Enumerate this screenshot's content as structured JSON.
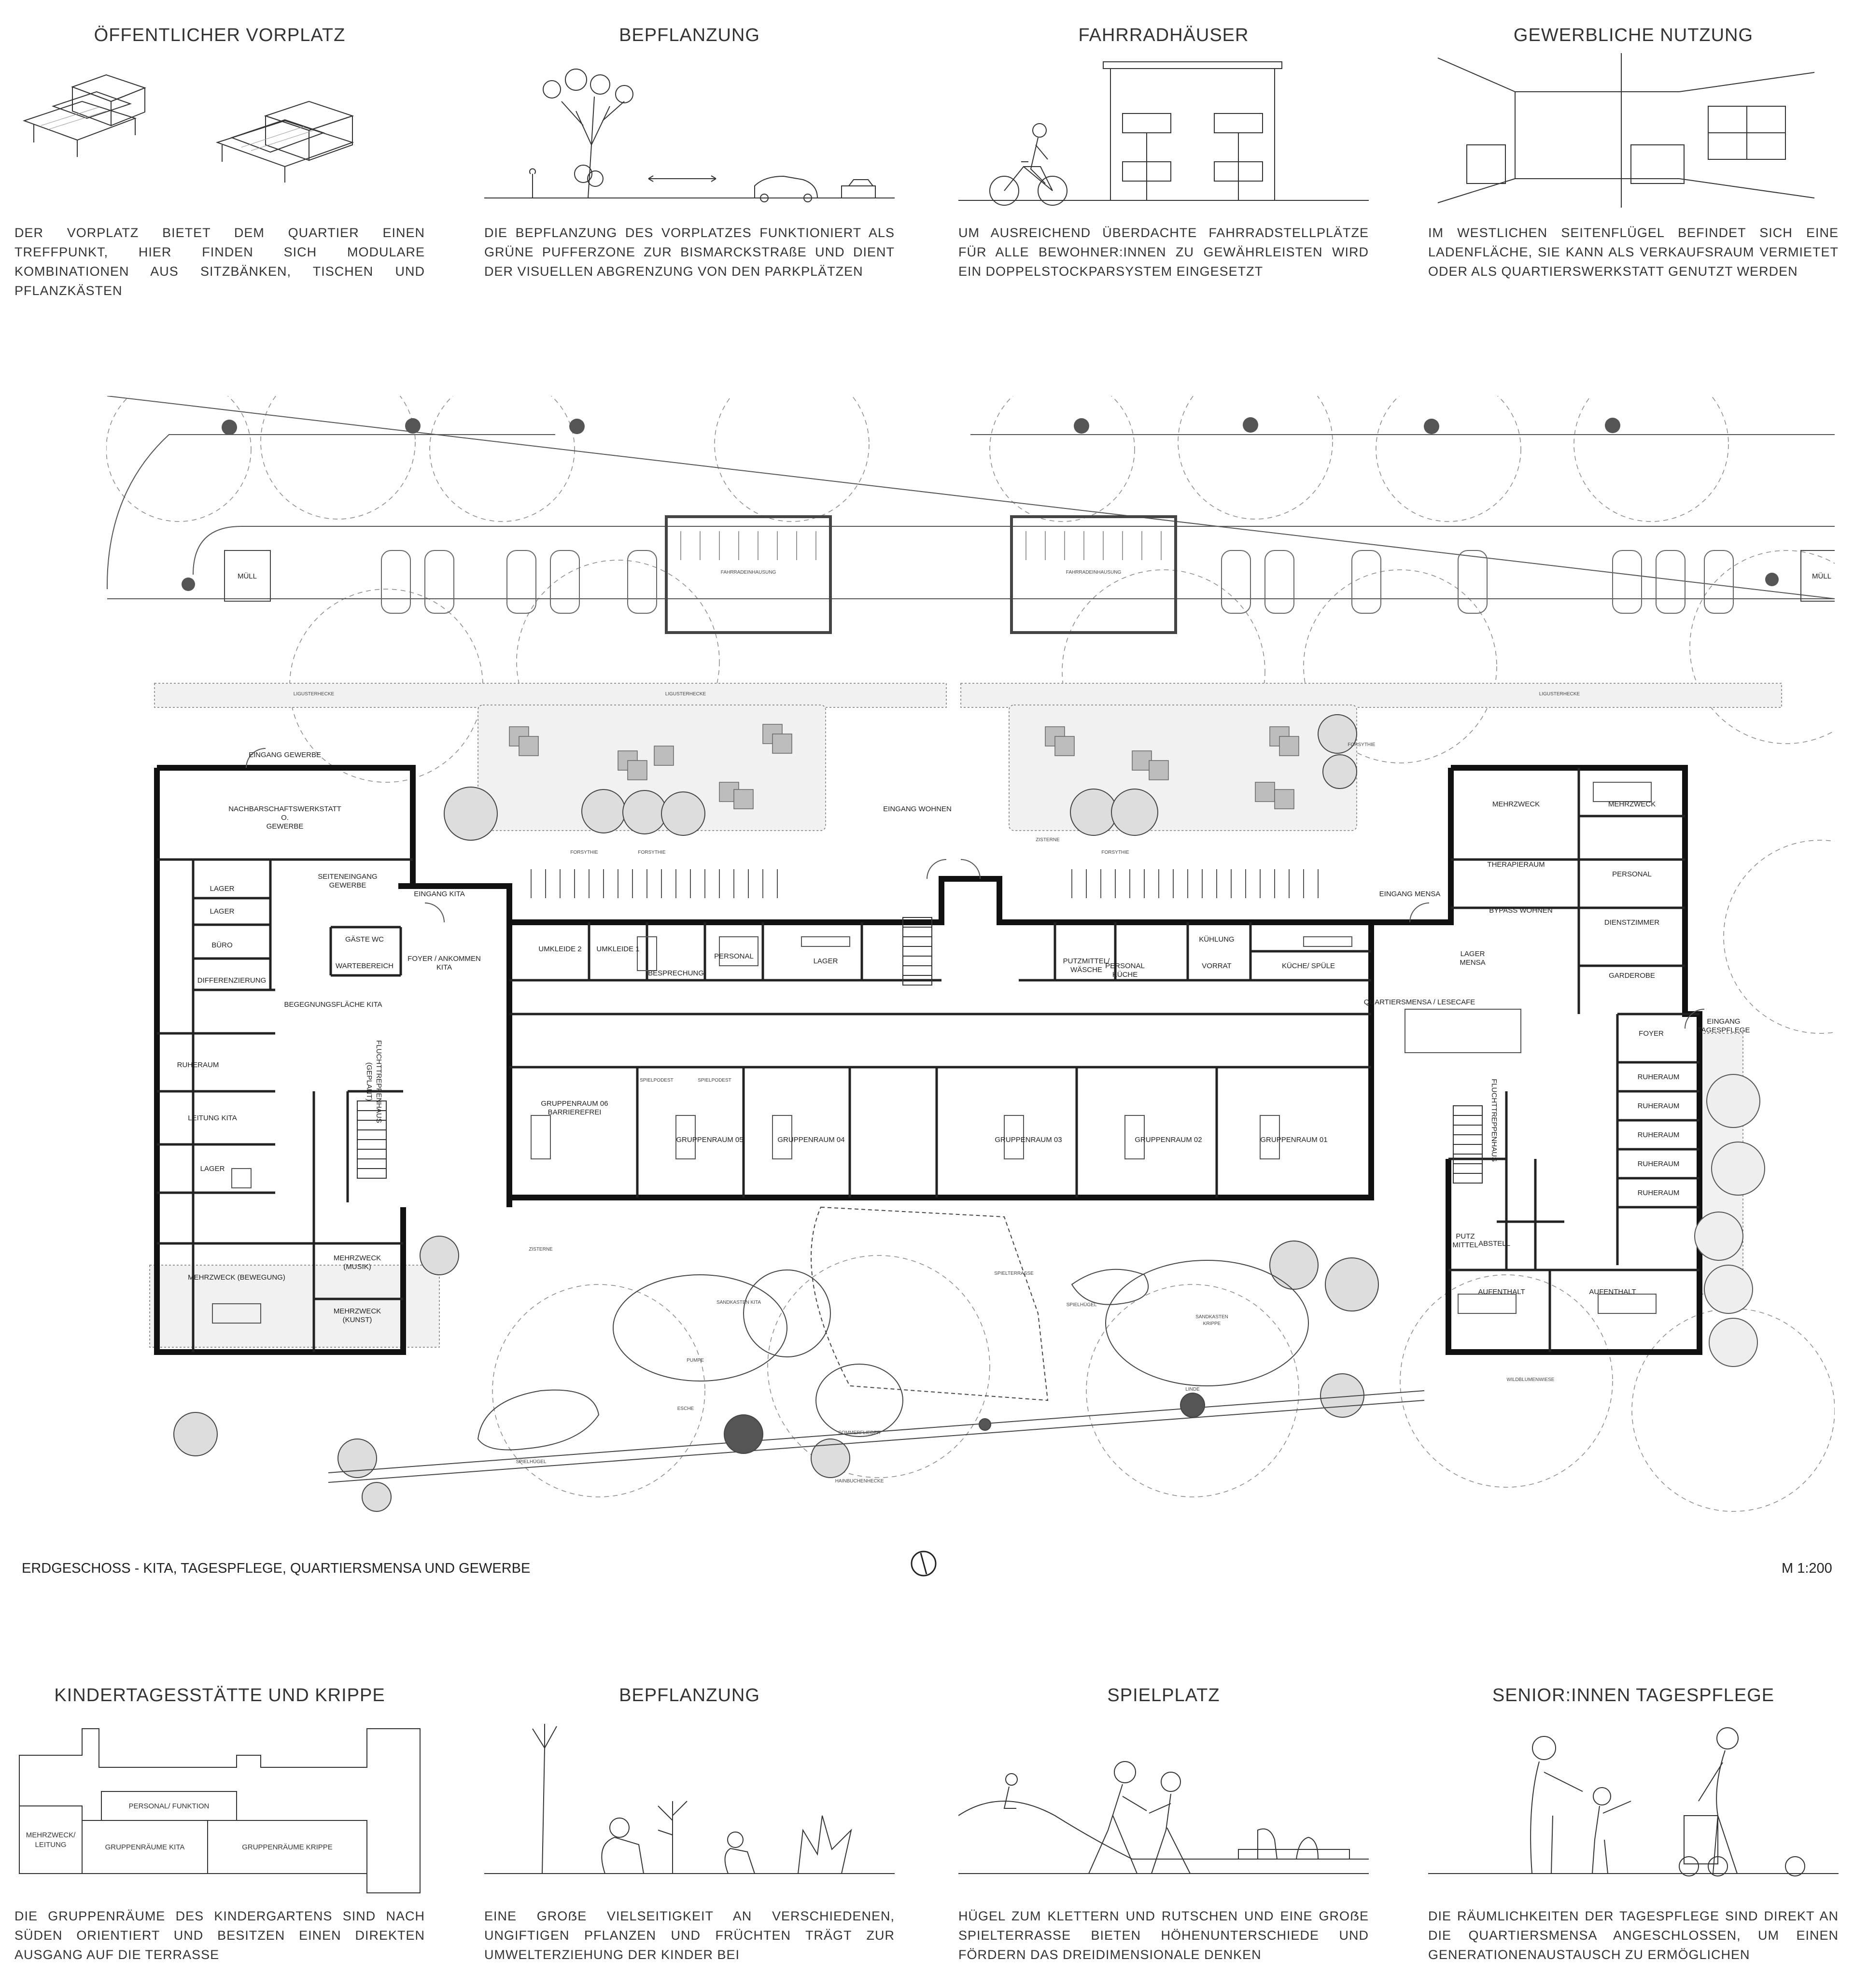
{
  "top_panels": [
    {
      "title": "ÖFFENTLICHER VORPLATZ",
      "text": "DER VORPLATZ BIETET DEM QUARTIER EINEN TREFFPUNKT, HIER FINDEN SICH MODULARE KOMBINATIONEN AUS SITZBÄNKEN, TISCHEN UND PFLANZKÄSTEN"
    },
    {
      "title": "BEPFLANZUNG",
      "text": "DIE BEPFLANZUNG DES VORPLATZES FUNKTIONIERT ALS GRÜNE PUFFERZONE ZUR BISMARCKSTRAßE UND DIENT DER VISUELLEN ABGRENZUNG VON DEN PARKPLÄTZEN"
    },
    {
      "title": "FAHRRADHÄUSER",
      "text": "UM AUSREICHEND ÜBERDACHTE FAHRRADSTELLPLÄTZE FÜR ALLE BEWOHNER:INNEN ZU GEWÄHRLEISTEN WIRD EIN DOPPELSTOCKPARSYSTEM EINGESETZT"
    },
    {
      "title": "GEWERBLICHE NUTZUNG",
      "text": "IM WESTLICHEN SEITENFLÜGEL BEFINDET SICH EINE LADENFLÄCHE, SIE KANN ALS VERKAUFSRAUM VERMIETET ODER ALS QUARTIERSWERKSTATT GENUTZT WERDEN"
    }
  ],
  "bottom_panels": [
    {
      "title": "KINDERTAGESSTÄTTE UND KRIPPE",
      "text": "DIE GRUPPENRÄUME DES KINDERGARTENS SIND NACH SÜDEN ORIENTIERT UND BESITZEN EINEN DIREKTEN AUSGANG AUF DIE TERRASSE"
    },
    {
      "title": "BEPFLANZUNG",
      "text": "EINE GROẞE VIELSEITIGKEIT AN VERSCHIEDENEN, UNGIFTIGEN PFLANZEN UND FRÜCHTEN TRÄGT ZUR UMWELTERZIEHUNG DER KINDER BEI"
    },
    {
      "title": "SPIELPLATZ",
      "text": "HÜGEL ZUM KLETTERN UND RUTSCHEN UND EINE GROẞE SPIELTERRASSE BIETEN HÖHENUNTERSCHIEDE UND FÖRDERN DAS DREIDIMENSIONALE DENKEN"
    },
    {
      "title": "SENIOR:INNEN TAGESPFLEGE",
      "text": "DIE RÄUMLICHKEITEN DER TAGESPFLEGE SIND DIREKT AN DIE QUARTIERSMENSA ANGESCHLOSSEN, UM EINEN GENERATIONENAUSTAUSCH ZU ERMÖGLICHEN"
    }
  ],
  "kita_diagram": {
    "personal": "PERSONAL/ FUNKTION",
    "mehrzweck_line1": "MEHRZWECK/",
    "mehrzweck_line2": "LEITUNG",
    "kita": "GRUPPENRÄUME KITA",
    "krippe": "GRUPPENRÄUME KRIPPE"
  },
  "plan": {
    "caption_left": "ERDGESCHOSS - KITA, TAGESPFLEGE, QUARTIERSMENSA UND GEWERBE",
    "caption_right": "M 1:200",
    "site_labels": {
      "muell_left": "MÜLL",
      "muell_right": "MÜLL",
      "fahrrad_left": "FAHRRADEINHAUSUNG",
      "fahrrad_right": "FAHRRADEINHAUSUNG",
      "hecke_left": "LIGUSTERHECKE",
      "hecke_mid": "LIGUSTERHECKE",
      "hecke_right": "LIGUSTERHECKE",
      "forsythie_1": "FORSYTHIE",
      "forsythie_2": "FORSYTHIE",
      "forsythie_3": "FORSYTHIE",
      "forsythie_4": "FORSYTHIE",
      "zisterne_north": "ZISTERNE",
      "zisterne_south": "ZISTERNE",
      "spielterrasse": "SPIELTERRASSE",
      "sandkasten_kita": "SANDKASTEN KITA",
      "sandkasten_krippe_1": "SANDKASTEN",
      "sandkasten_krippe_2": "KRIPPE",
      "sommerflieder": "SOMMERFLIEDER",
      "hainbuchenhecke": "HAINBUCHENHECKE",
      "wildblumenwiese": "WILDBLUMENWIESE",
      "linde": "LINDE",
      "esche": "ESCHE",
      "spielhuegel_1": "SPIELHÜGEL",
      "spielhuegel_2": "SPIELHÜGEL",
      "pumpe": "PUMPE"
    },
    "entrances": {
      "gewerbe": "EINGANG GEWERBE",
      "wohnen": "EINGANG WOHNEN",
      "kita": "EINGANG KITA",
      "mensa": "EINGANG MENSA",
      "tagespflege_1": "EINGANG",
      "tagespflege_2": "TAGESPFLEGE"
    },
    "rooms": {
      "werkstatt_1": "NACHBARSCHAFTSWERKSTATT",
      "werkstatt_2": "O.",
      "werkstatt_3": "GEWERBE",
      "seiteneingang_1": "SEITENEINGANG",
      "seiteneingang_2": "GEWERBE",
      "lager_1": "LAGER",
      "lager_2": "LAGER",
      "buero": "BÜRO",
      "gaeste_wc": "GÄSTE WC",
      "wartebereich": "WARTEBEREICH",
      "differenzierung": "DIFFERENZIERUNG",
      "ruheraum_kita": "RUHERAUM",
      "leitung_kita": "LEITUNG KITA",
      "lager_3": "LAGER",
      "mehrzweck_bewegung": "MEHRZWECK (BEWEGUNG)",
      "mehrzweck_musik_1": "MEHRZWECK",
      "mehrzweck_musik_2": "(MUSIK)",
      "mehrzweck_kunst_1": "MEHRZWECK",
      "mehrzweck_kunst_2": "(KUNST)",
      "foyer_kita_1": "FOYER / ANKOMMEN",
      "foyer_kita_2": "KITA",
      "begegnung": "BEGEGNUNGSFLÄCHE KITA",
      "flucht_left_1": "FLUCHTTREPPENHAUS",
      "flucht_left_2": "(GEPLANT)",
      "umkleide_2": "UMKLEIDE 2",
      "umkleide_1": "UMKLEIDE 1",
      "besprechung": "BESPRECHUNG",
      "personal": "PERSONAL",
      "lager_4": "LAGER",
      "putzmittel_1": "PUTZMITTEL/",
      "putzmittel_2": "WÄSCHE",
      "personal_kueche_1": "PERSONAL",
      "personal_kueche_2": "KÜCHE",
      "kuehlung": "KÜHLUNG",
      "vorrat": "VORRAT",
      "kueche_spuele": "KÜCHE/ SPÜLE",
      "gruppe_06_1": "GRUPPENRAUM 06",
      "gruppe_06_2": "BARRIEREFREI",
      "gruppe_05": "GRUPPENRAUM 05",
      "gruppe_04": "GRUPPENRAUM 04",
      "gruppe_03": "GRUPPENRAUM 03",
      "gruppe_02": "GRUPPENRAUM 02",
      "gruppe_01": "GRUPPENRAUM 01",
      "spielpodest_1": "SPIELPODEST",
      "spielpodest_2": "SPIELPODEST",
      "mensa_lesecafe": "QUARTIERSMENSA / LESECAFE",
      "lager_mensa_1": "LAGER",
      "lager_mensa_2": "MENSA",
      "mehrzweck_e1": "MEHRZWECK",
      "mehrzweck_e2": "MEHRZWECK",
      "therapieraum": "THERAPIERAUM",
      "personal_e": "PERSONAL",
      "bypass": "BYPASS WOHNEN",
      "dienstzimmer": "DIENSTZIMMER",
      "garderobe": "GARDEROBE",
      "foyer_e": "FOYER",
      "ruheraum_1": "RUHERAUM",
      "ruheraum_2": "RUHERAUM",
      "ruheraum_3": "RUHERAUM",
      "ruheraum_4": "RUHERAUM",
      "ruheraum_5": "RUHERAUM",
      "flucht_right": "FLUCHTTREPPENHAUS",
      "putz_1": "PUTZ",
      "putz_2": "MITTEL",
      "abstell": "ABSTELL",
      "aufenthalt_1": "AUFENTHALT",
      "aufenthalt_2": "AUFENTHALT"
    }
  }
}
